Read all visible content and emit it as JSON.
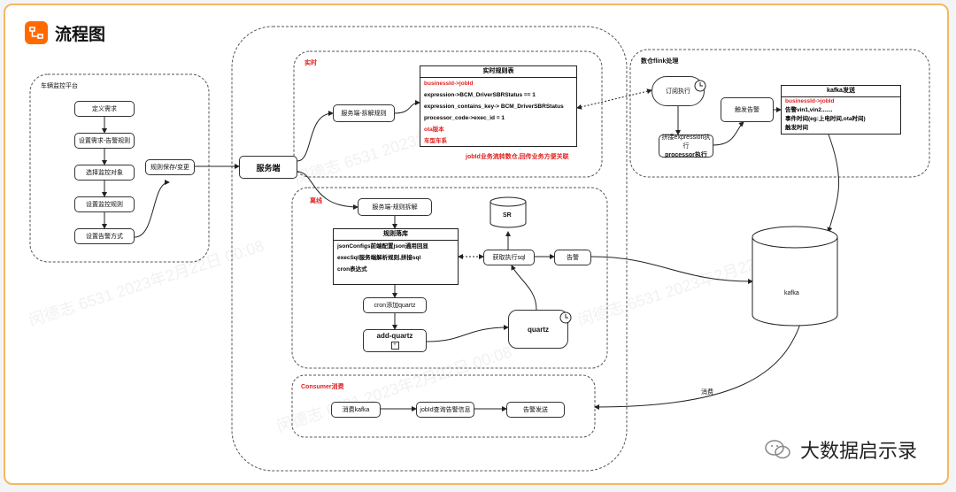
{
  "header": {
    "title": "流程图"
  },
  "platform": {
    "title": "车辆监控平台",
    "steps": [
      "定义需求",
      "设置需求-告警规则",
      "选择监控对象",
      "设置监控规则",
      "设置告警方式"
    ],
    "save": "规则保存/变更"
  },
  "server": {
    "label": "服务端"
  },
  "realtime": {
    "title": "实时",
    "split": "服务端-拆解规则",
    "table_title": "实时规则表",
    "rows": [
      "businessId->jobId",
      "expression->BCM_DriverSBRStatus == 1",
      "expression_contains_key-> BCM_DriverSBRStatus",
      "processor_code->exec_id = 1",
      "ota版本",
      "车型车系"
    ],
    "note": "jobId业务流转数仓,回传业务方便关联"
  },
  "flink": {
    "title": "数仓flink处理",
    "subscribe": "订阅执行",
    "concat_line1": "拼接expression执行",
    "concat_line2": "processor执行",
    "trigger": "触发告警",
    "kafka_title": "kafka发送",
    "kafka_rows": [
      "businessId->jobId",
      "告警vin1,vin2.......",
      "事件时间(eg:上电时间,ota时间)",
      "触发时间"
    ]
  },
  "offline": {
    "title": "离线",
    "split": "服务端-规则拆解",
    "rules_title": "规则落库",
    "rules_rows": [
      "jsonConfigs前端配置json通用回显",
      "execSql服务端解析规则,拼接sql",
      "cron表达式"
    ],
    "sr": "SR",
    "exec": "获取执行sql",
    "alert": "告警",
    "cron": "cron添加quartz",
    "add_quartz": "add-quartz",
    "quartz": "quartz",
    "plus": "+"
  },
  "kafka": {
    "label": "kafka",
    "consume": "消费"
  },
  "consumer": {
    "title": "Consumer消费",
    "items": [
      "消费kafka",
      "jobId查询告警信息",
      "告警发送"
    ]
  },
  "watermark": "闵德志 6531 2023年2月22日 00:08",
  "brand": {
    "name": "大数据启示录"
  }
}
